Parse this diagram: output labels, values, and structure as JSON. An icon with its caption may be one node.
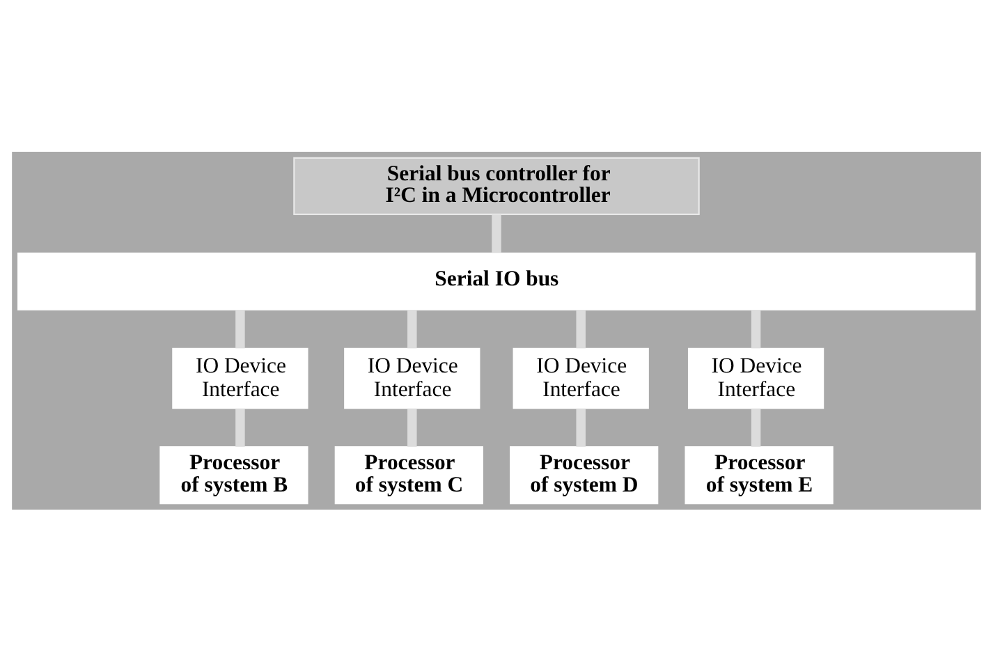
{
  "diagram": {
    "nodes": [
      {
        "text": [
          "Serial bus controller for I²C in a Microcontroller"
        ]
      },
      {
        "text": [
          "Serial IO bus"
        ]
      },
      {
        "text": [
          "IO Device Interface"
        ]
      },
      {
        "text": [
          "IO Device Interface"
        ]
      },
      {
        "text": [
          "IO Device Interface"
        ]
      },
      {
        "text": [
          "IO Device Interface"
        ]
      },
      {
        "text": [
          "Processor of system B"
        ]
      },
      {
        "text": [
          "Processor of system C"
        ]
      },
      {
        "text": [
          "Processor of system D"
        ]
      },
      {
        "text": [
          "Processor of system E"
        ]
      }
    ],
    "edges": [
      {
        "from": 0,
        "to": 1,
        "arrow": "none"
      },
      {
        "from": 1,
        "to": 2,
        "arrow": "none"
      },
      {
        "from": 1,
        "to": 3,
        "arrow": "none"
      },
      {
        "from": 1,
        "to": 4,
        "arrow": "none"
      },
      {
        "from": 1,
        "to": 5,
        "arrow": "none"
      },
      {
        "from": 2,
        "to": 6,
        "arrow": "none"
      },
      {
        "from": 3,
        "to": 7,
        "arrow": "none"
      },
      {
        "from": 4,
        "to": 8,
        "arrow": "none"
      },
      {
        "from": 5,
        "to": 9,
        "arrow": "none"
      }
    ]
  }
}
